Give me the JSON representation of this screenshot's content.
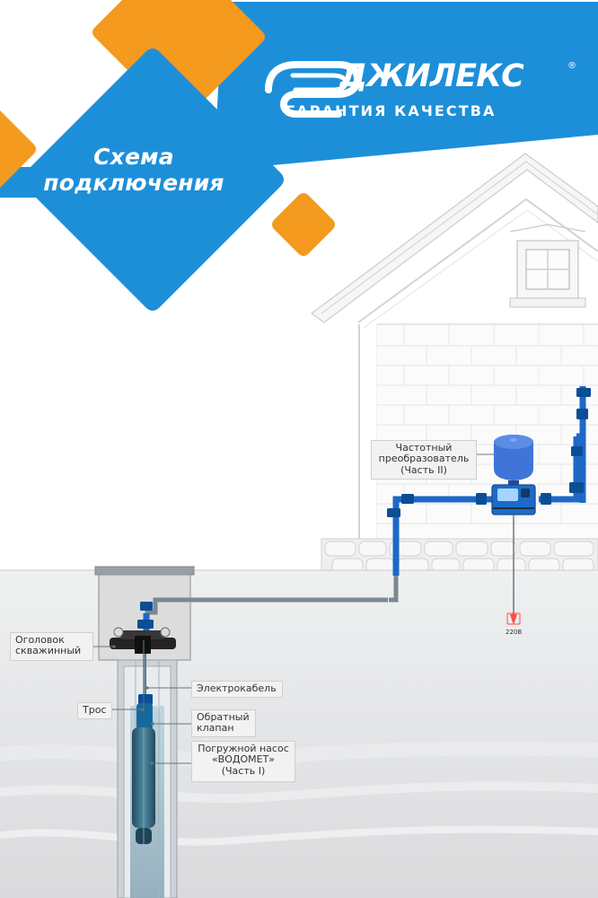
{
  "header": {
    "title_lines": [
      "Схема",
      "подключения"
    ]
  },
  "brand": {
    "name": "ДЖИЛЕКС",
    "registered": "®",
    "tagline": "ГАРАНТИЯ КАЧЕСТВА"
  },
  "labels": {
    "frequency_converter": [
      "Частотный",
      "преобразователь",
      "(Часть II)"
    ],
    "wellhead": [
      "Оголовок",
      "скважинный"
    ],
    "electric_cable": "Электрокабель",
    "rope": "Трос",
    "check_valve": [
      "Обратный",
      "клапан"
    ],
    "submersible_pump": [
      "Погружной насос",
      "«ВОДОМЕТ»",
      "(Часть I)"
    ]
  },
  "power_source": {
    "voltage": "220В"
  },
  "colors": {
    "brand_blue": "#1a8cd7",
    "brand_orange": "#f39a1f",
    "ground": "#dddedf",
    "pipe_blue": "#1f68c6",
    "pipe_gray": "#7b8791",
    "tank_blue": "#3f74d8",
    "water": "#b2c6d0"
  }
}
